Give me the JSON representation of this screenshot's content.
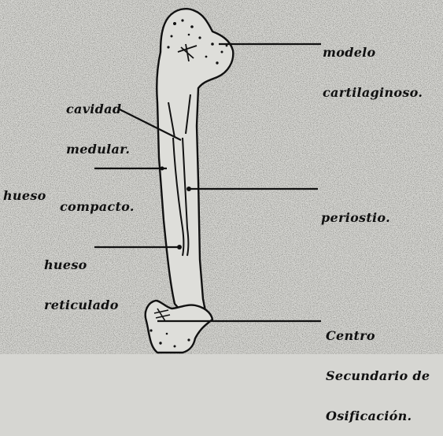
{
  "diagram": {
    "labels": {
      "modelo": [
        "modelo",
        "cartilaginoso."
      ],
      "cavidad": [
        "cavidad",
        "medular."
      ],
      "hueso_word": "hueso",
      "compacto": "compacto.",
      "periostio": "periostio.",
      "reticulado": [
        "hueso",
        "reticulado"
      ],
      "centro": [
        "Centro",
        "Secundario de",
        "Osificación."
      ]
    }
  },
  "colors": {
    "ink": "#111111",
    "paper": "#d6d6d2",
    "cartilage": "#e9e9e4"
  }
}
